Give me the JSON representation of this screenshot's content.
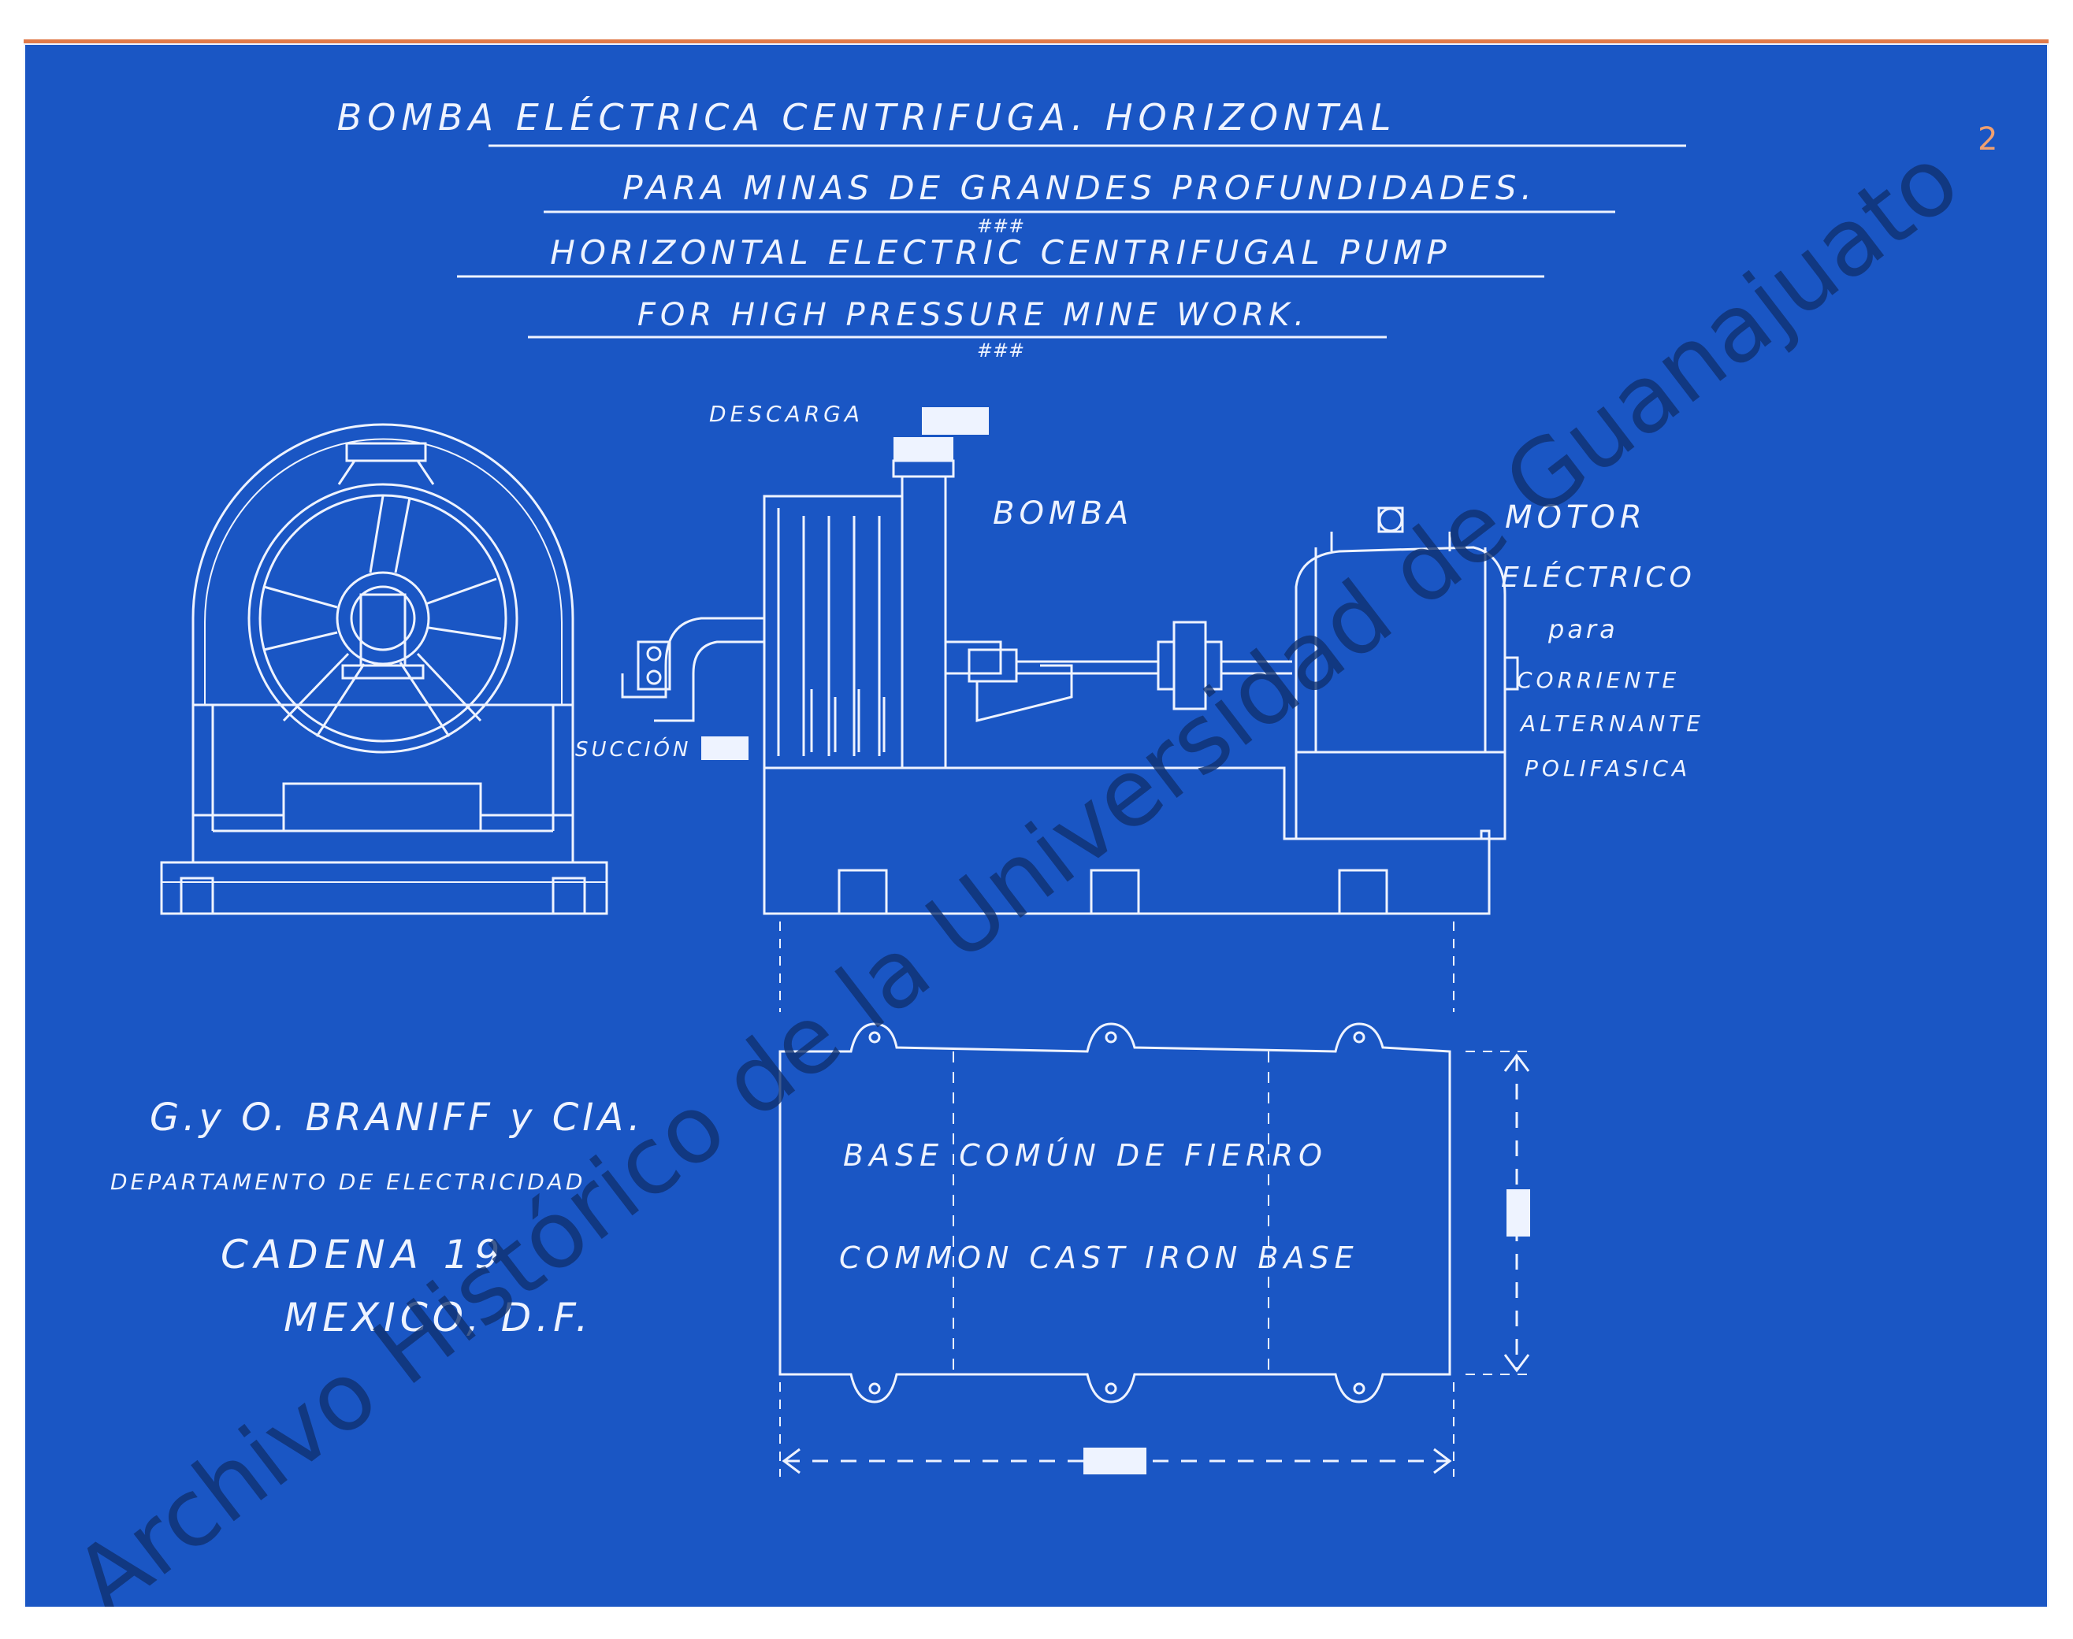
{
  "title": {
    "line1": "BOMBA ELÉCTRICA CENTRIFUGA. HORIZONTAL",
    "line2": "PARA MINAS DE GRANDES PROFUNDIDADES.",
    "sep1": "###",
    "line3": "HORIZONTAL ELECTRIC CENTRIFUGAL PUMP",
    "line4": "FOR HIGH PRESSURE MINE WORK.",
    "sep2": "###"
  },
  "labels": {
    "descarga": "DESCARGA",
    "bomba": "BOMBA",
    "motor": "MOTOR",
    "electrico": "ELÉCTRICO",
    "para": "para",
    "corriente": "CORRIENTE",
    "alternante": "ALTERNANTE",
    "polifasica": "POLIFASICA",
    "succion": "SUCCIÓN",
    "base_es": "BASE COMÚN DE FIERRO",
    "base_en": "COMMON CAST IRON BASE"
  },
  "company": {
    "name": "G.y O. BRANIFF y CIA.",
    "dept": "DEPARTAMENTO DE ELECTRICIDAD",
    "street": "CADENA 19",
    "city": "MEXICO, D.F."
  },
  "watermark": "Archivo Histórico de la Universidad de Guanajuato",
  "corner_mark": "2",
  "colors": {
    "paper": "#1a56c4",
    "ink": "#eef3ff",
    "watermark": "#0f2f6e",
    "border": "#e07a4a"
  }
}
